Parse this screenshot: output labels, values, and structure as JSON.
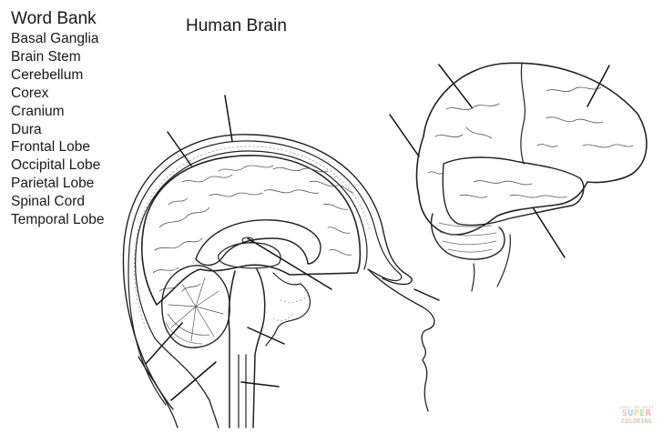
{
  "word_bank": {
    "title": "Word Bank",
    "items": [
      "Basal Ganglia",
      "Brain Stem",
      "Cerebellum",
      "Corex",
      "Cranium",
      "Dura",
      "Frontal Lobe",
      "Occipital Lobe",
      "Parietal Lobe",
      "Spinal Cord",
      "Temporal Lobe"
    ]
  },
  "diagram": {
    "title": "Human Brain",
    "views": [
      "sagittal-section",
      "lateral-view"
    ],
    "label_line_count": 14,
    "line_color": "#222222"
  },
  "watermark": {
    "tagline": "paint the world",
    "brand_top": "SUPER",
    "brand_bottom": "COLORING"
  }
}
